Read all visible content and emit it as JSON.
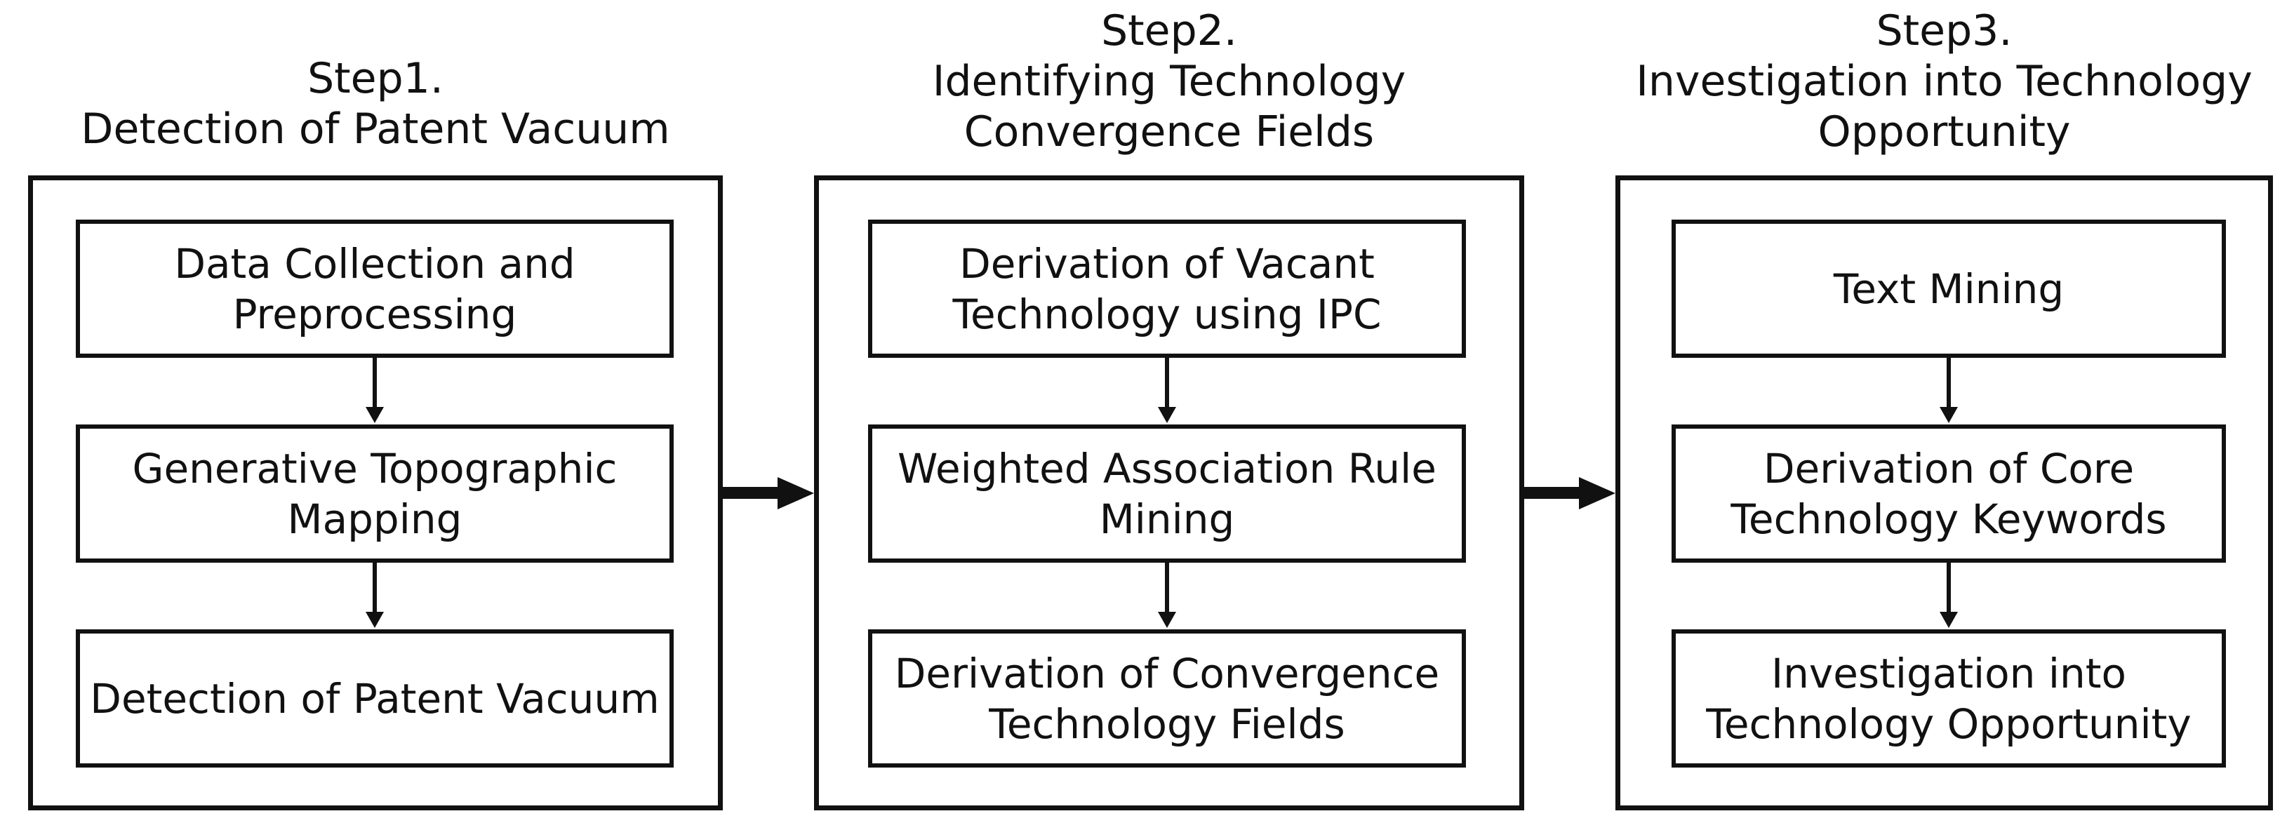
{
  "steps": [
    {
      "title_line1": "Step1.",
      "title_line2": "Detection of Patent Vacuum",
      "title_line3": "",
      "boxes": [
        {
          "line1": "Data Collection and",
          "line2": "Preprocessing"
        },
        {
          "line1": "Generative Topographic",
          "line2": "Mapping"
        },
        {
          "line1": "Detection of Patent Vacuum",
          "line2": ""
        }
      ]
    },
    {
      "title_line1": "Step2.",
      "title_line2": "Identifying Technology",
      "title_line3": "Convergence Fields",
      "boxes": [
        {
          "line1": "Derivation of Vacant",
          "line2": "Technology using IPC"
        },
        {
          "line1": "Weighted Association Rule",
          "line2": "Mining"
        },
        {
          "line1": "Derivation of Convergence",
          "line2": "Technology Fields"
        }
      ]
    },
    {
      "title_line1": "Step3.",
      "title_line2": "Investigation into Technology",
      "title_line3": "Opportunity",
      "boxes": [
        {
          "line1": "Text Mining",
          "line2": ""
        },
        {
          "line1": "Derivation of Core",
          "line2": "Technology Keywords"
        },
        {
          "line1": "Investigation into",
          "line2": "Technology Opportunity"
        }
      ]
    }
  ]
}
